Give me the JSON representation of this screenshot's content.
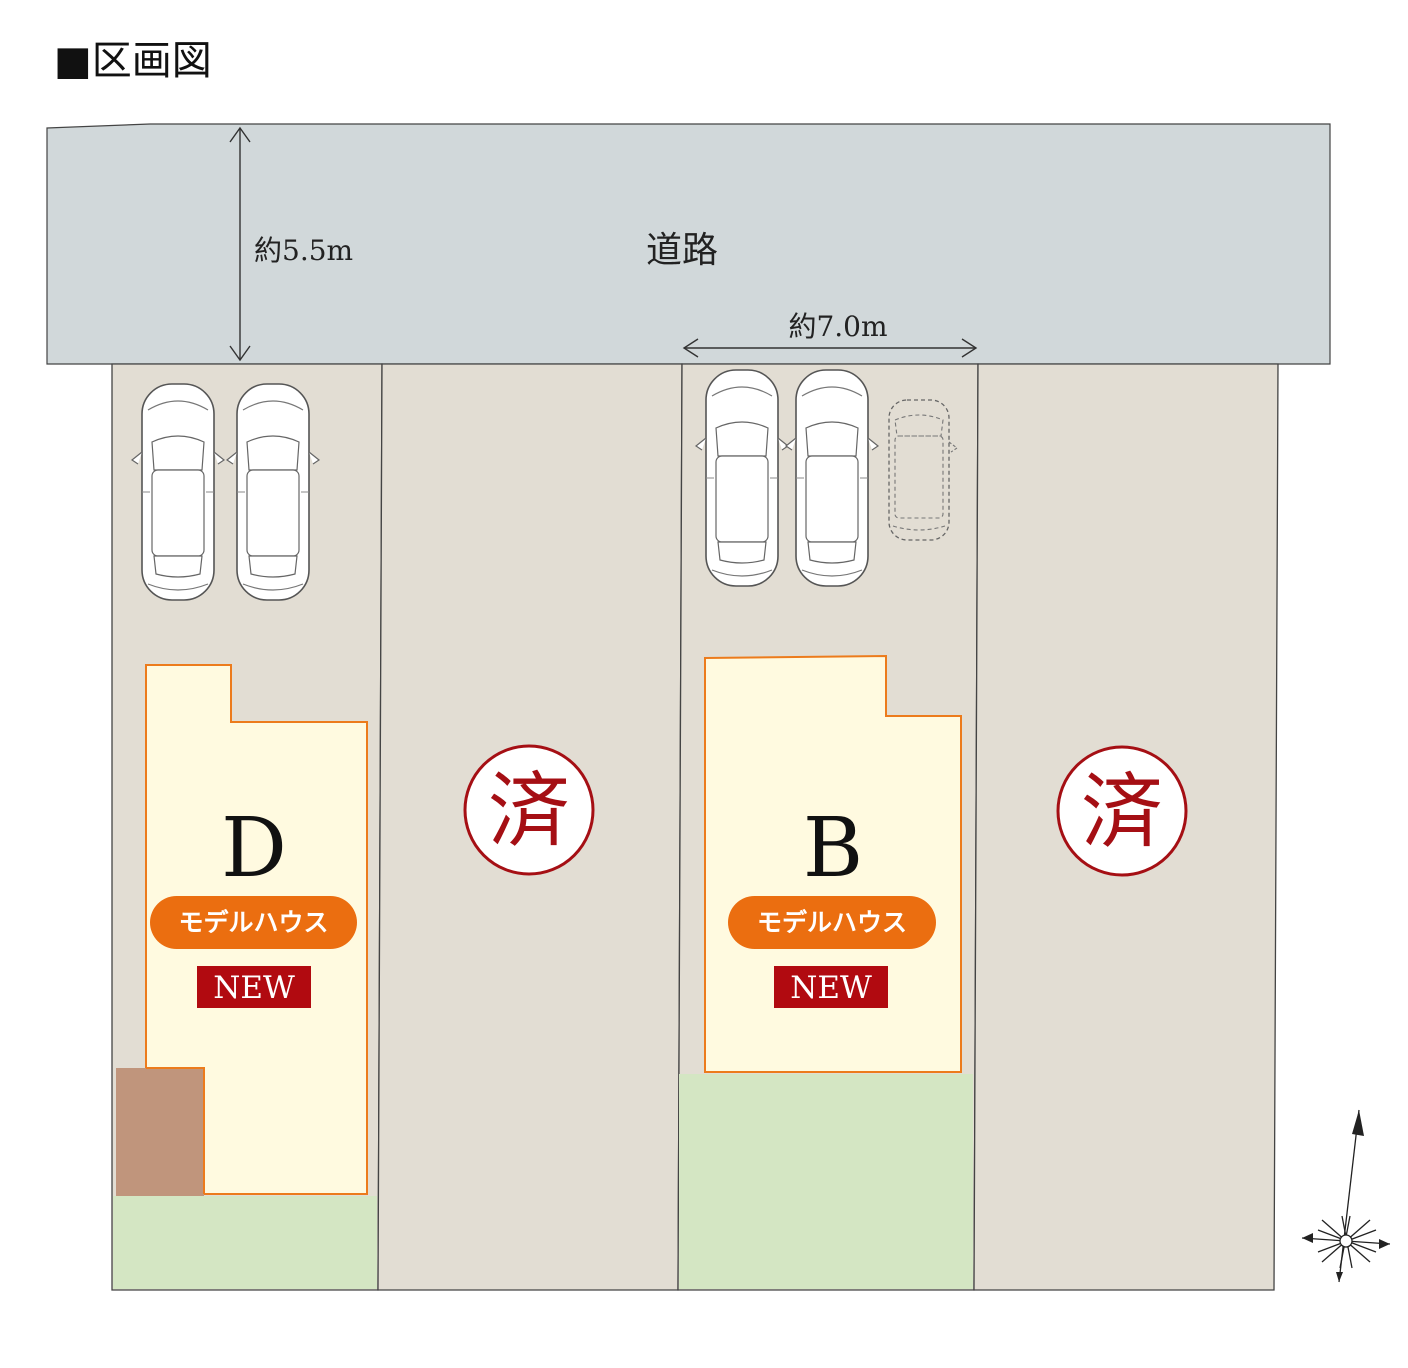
{
  "header": {
    "title": "■区画図"
  },
  "road": {
    "label": "道路",
    "width_label": "約5.5m",
    "frontage_label": "約7.0m"
  },
  "lots": [
    {
      "id": "D",
      "letter": "D",
      "badge": "モデルハウス",
      "tag": "NEW"
    },
    {
      "id": "C",
      "sold_label": "済"
    },
    {
      "id": "B",
      "letter": "B",
      "badge": "モデルハウス",
      "tag": "NEW"
    },
    {
      "id": "A",
      "sold_label": "済"
    }
  ],
  "colors": {
    "road": "#d1d8da",
    "lot": "#e2ddd3",
    "house": "#fffae0",
    "house_outline": "#ec7b1c",
    "garden": "#d4e6c3",
    "storage": "#c0957c",
    "badge": "#eb6e10",
    "new_tag": "#b10a10",
    "sold": "#a50f14"
  },
  "icons": [
    "car-icon",
    "car-outline-icon",
    "compass-north-icon"
  ]
}
